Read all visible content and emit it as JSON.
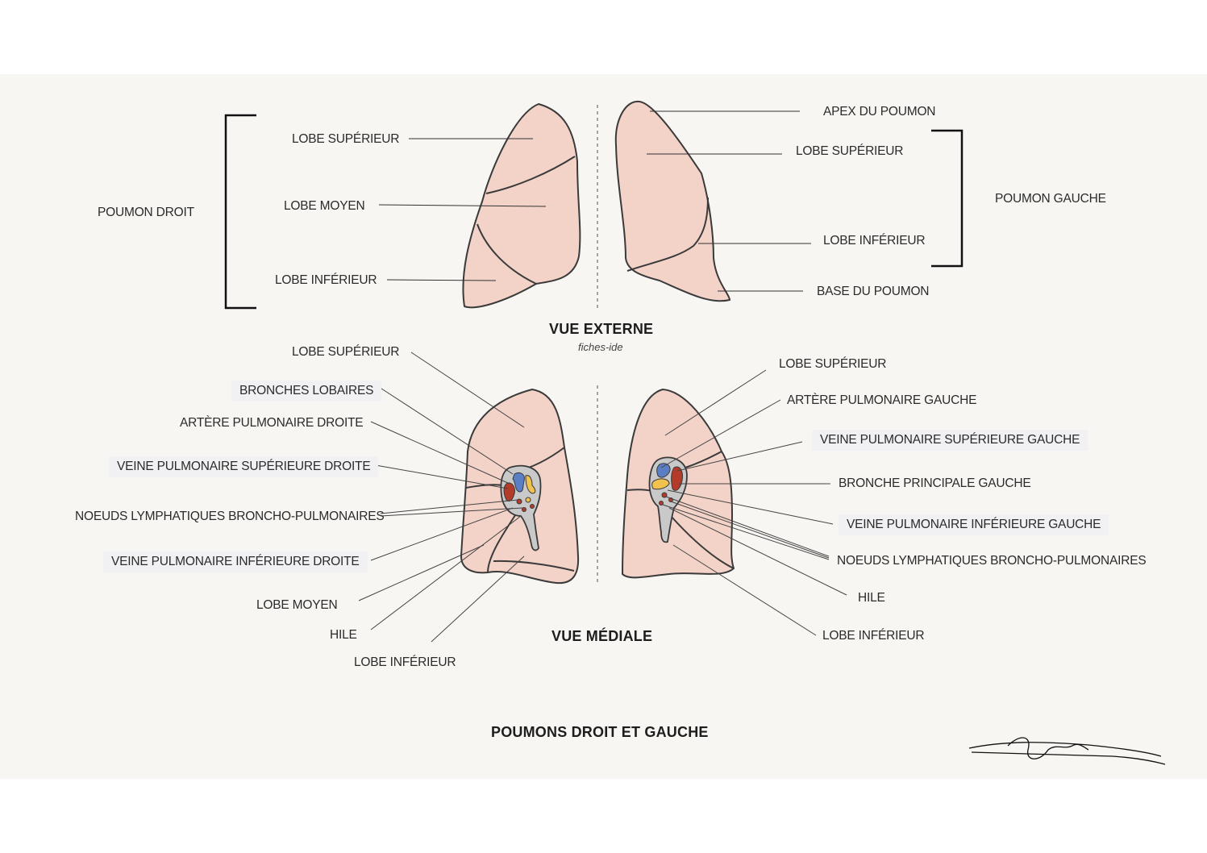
{
  "external_view": {
    "title": "VUE EXTERNE",
    "credit": "fiches-ide",
    "right_lung": {
      "group": "POUMON DROIT",
      "upper": "LOBE SUPÉRIEUR",
      "middle": "LOBE MOYEN",
      "lower": "LOBE INFÉRIEUR"
    },
    "left_lung": {
      "group": "POUMON GAUCHE",
      "apex": "APEX DU POUMON",
      "upper": "LOBE SUPÉRIEUR",
      "lower": "LOBE INFÉRIEUR",
      "base": "BASE DU POUMON"
    }
  },
  "medial_view": {
    "title": "VUE MÉDIALE",
    "right_labels": {
      "upper": "LOBE SUPÉRIEUR",
      "lobar_bronchi": "BRONCHES  LOBAIRES",
      "pulm_artery": "ARTÈRE PULMONAIRE DROITE",
      "sup_vein": "VEINE PULMONAIRE SUPÉRIEURE DROITE",
      "lymph": "NOEUDS LYMPHATIQUES BRONCHO-PULMONAIRES",
      "inf_vein": "VEINE PULMONAIRE INFÉRIEURE DROITE",
      "middle": "LOBE MOYEN",
      "hilum": "HILE",
      "lower": "LOBE INFÉRIEUR"
    },
    "left_labels": {
      "upper": "LOBE SUPÉRIEUR",
      "pulm_artery": "ARTÈRE PULMONAIRE GAUCHE",
      "sup_vein": "VEINE PULMONAIRE SUPÉRIEURE GAUCHE",
      "main_bronchus": "BRONCHE  PRINCIPALE GAUCHE",
      "inf_vein": "VEINE PULMONAIRE INFÉRIEURE GAUCHE",
      "lymph": "NOEUDS LYMPHATIQUES BRONCHO-PULMONAIRES",
      "hilum": "HILE",
      "lower": "LOBE INFÉRIEUR"
    }
  },
  "footer": {
    "title": "POUMONS DROIT ET GAUCHE"
  },
  "colors": {
    "lung_fill": "#f3d2c8",
    "outline": "#3a3a3a",
    "hilum_fill": "#c9c9c9",
    "artery_blue": "#5b7fc4",
    "vein_red": "#b43a2a",
    "bronchus_yellow": "#f2c24f"
  }
}
